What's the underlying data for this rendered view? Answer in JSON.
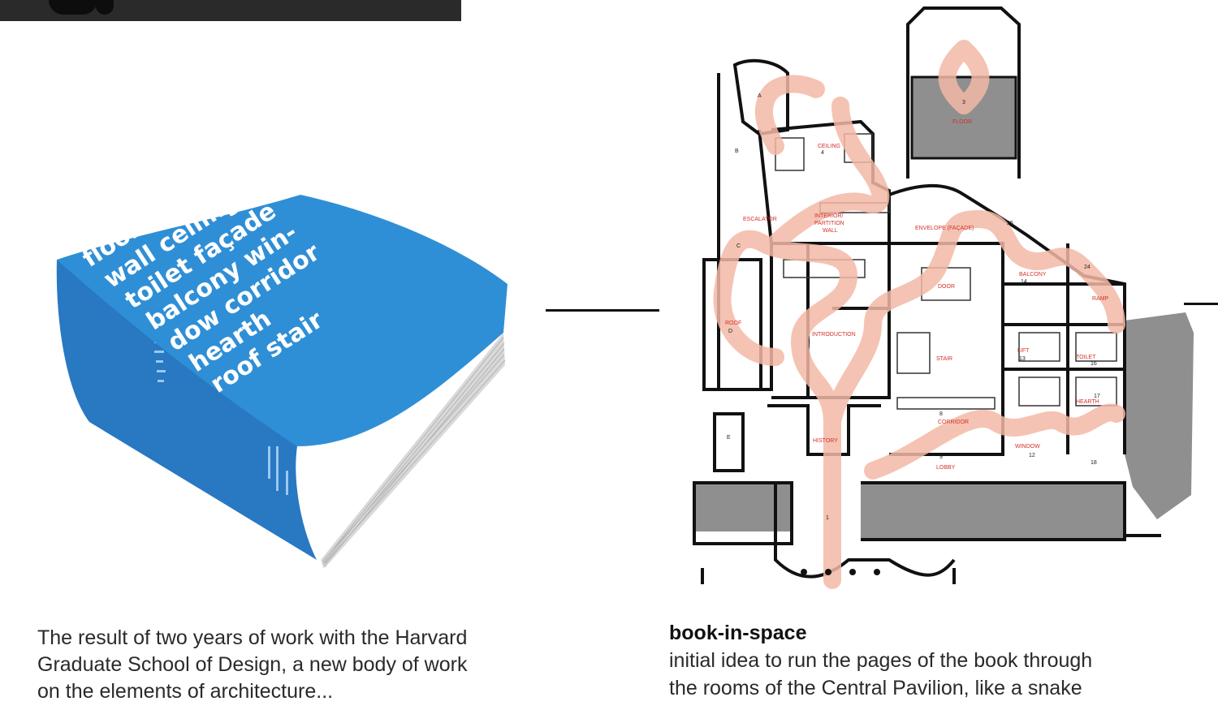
{
  "book": {
    "cover_lines": [
      "floor door",
      "wall ceiling",
      "toilet façade",
      "balcony win-",
      "dow corridor",
      "hearth",
      "roof stair"
    ],
    "cover_color": "#2f8fd6"
  },
  "left_caption": {
    "line1": "The result of two years of work with the Harvard",
    "line2": "Graduate School of Design, a new body of work",
    "line3": "on the elements of architecture..."
  },
  "right_caption": {
    "title": "book-in-space",
    "line1": "initial idea to run the pages of the book through",
    "line2": "the rooms of the Central Pavilion, like a snake"
  },
  "plan": {
    "path_color": "#f3b9a6",
    "label_color": "#d2302a",
    "room_labels": {
      "floor": "FLOOR",
      "ceiling": "CEILING",
      "interior": "INTERIOR/",
      "partition": "PARTITION",
      "wall": "WALL",
      "envelope": "ENVELOPE (FAÇADE)",
      "escalator": "ESCALATOR",
      "roof": "ROOF",
      "introduction": "INTRODUCTION",
      "door": "DOOR",
      "balcony": "BALCONY",
      "ramp": "RAMP",
      "stair": "STAIR",
      "lift": "LIFT",
      "toilet": "TOILET",
      "hearth": "HEARTH",
      "corridor": "CORRIDOR",
      "window": "WINDOW",
      "history": "HISTORY",
      "lobby": "LOBBY"
    },
    "letters": {
      "a": "A",
      "b": "B",
      "c": "C",
      "d": "D",
      "e": "E"
    },
    "numbers": {
      "n1": "1",
      "n3": "3",
      "n4": "4",
      "n8": "8",
      "n9": "9",
      "n12": "12",
      "n13": "13",
      "n14": "14",
      "n16": "16",
      "n17": "17",
      "n18": "18",
      "n24": "24",
      "n25": "25"
    }
  }
}
